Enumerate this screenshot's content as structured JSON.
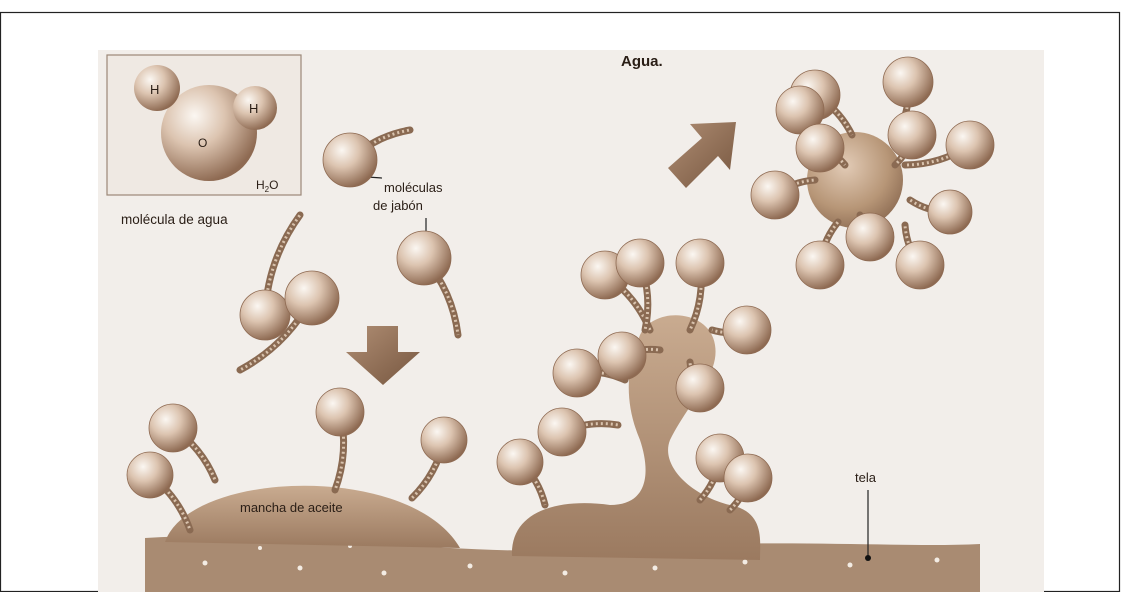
{
  "title": "Agua.",
  "water_molecule": {
    "caption": "molécula de agua",
    "hydrogen": "H",
    "oxygen": "O",
    "formula_main": "H",
    "formula_sub": "2",
    "formula_end": "O"
  },
  "labels": {
    "soap_line1": "moléculas",
    "soap_line2": "de jabón",
    "oil_stain": "mancha de aceite",
    "fabric": "tela"
  },
  "colors": {
    "background": "#f2eeea",
    "sphere_mid": "#dcc4b0",
    "sphere_edge": "#9c7a62",
    "oil": "#b59478",
    "fabric": "#a7896f",
    "tail": "#8a6a52"
  }
}
